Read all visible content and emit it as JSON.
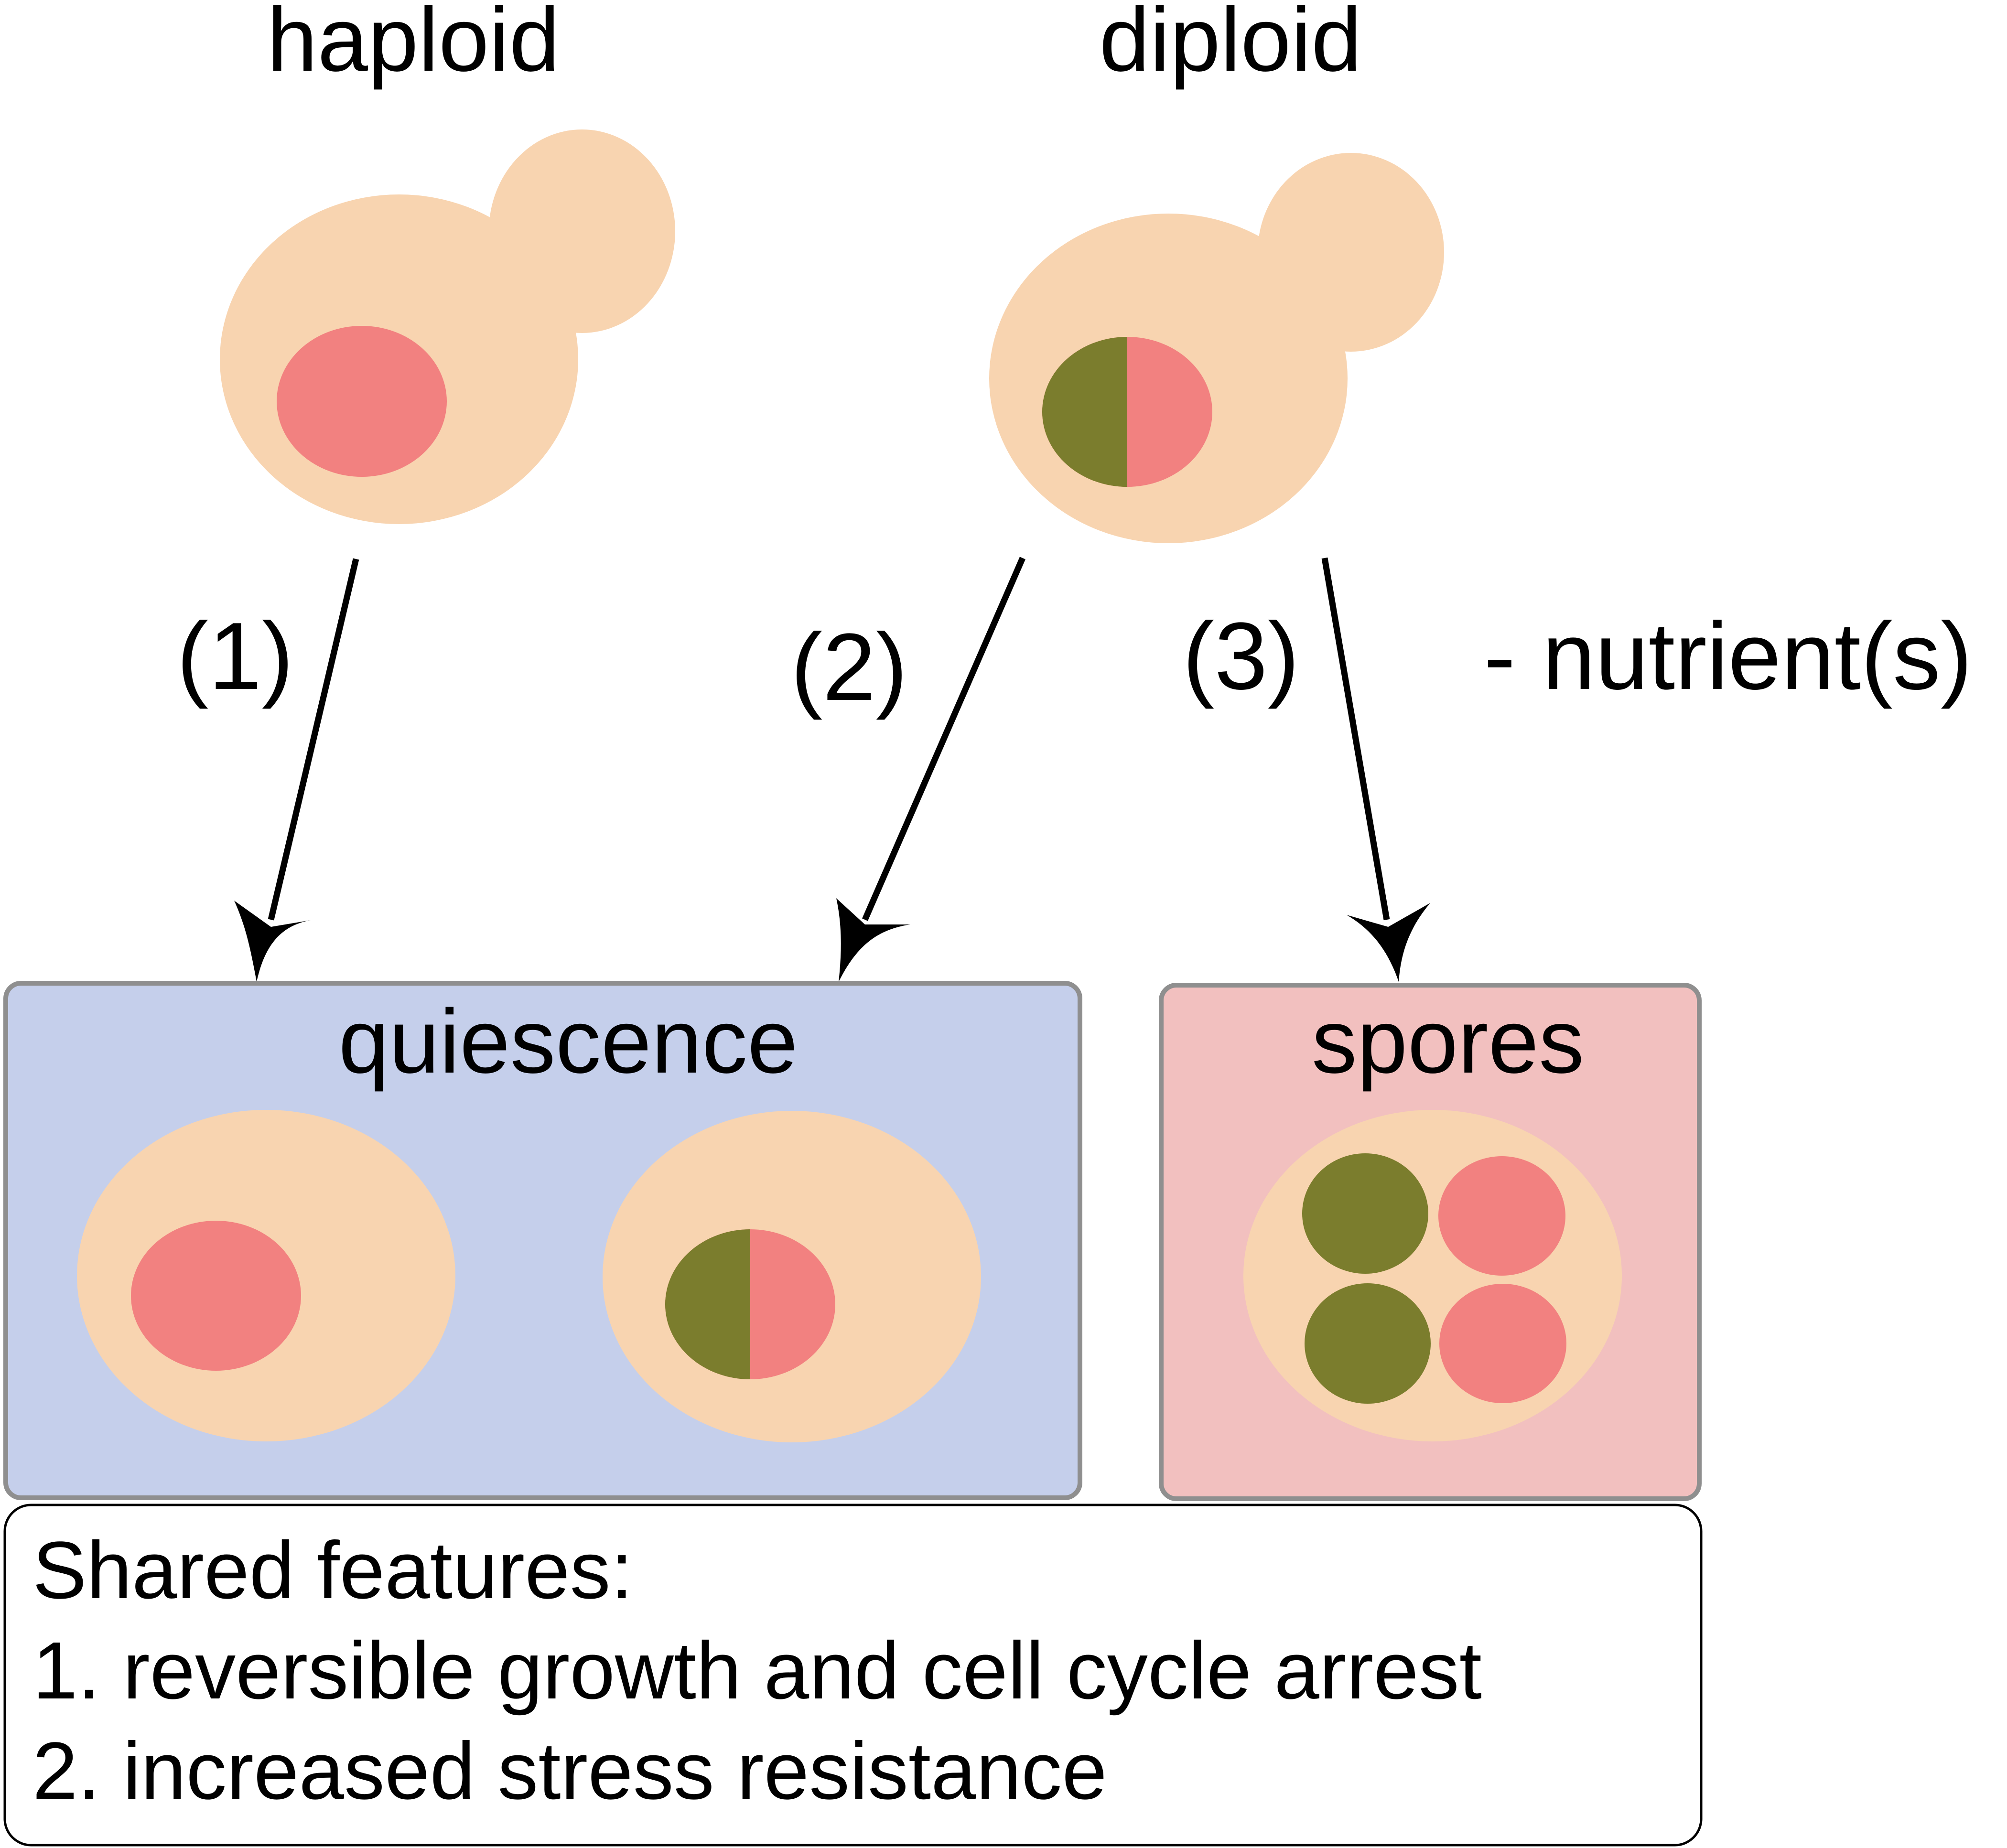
{
  "labels": {
    "haploid": "haploid",
    "diploid": "diploid",
    "step1": "(1)",
    "step2": "(2)",
    "step3": "(3)",
    "condition": "- nutrient(s)"
  },
  "boxes": {
    "quiescence": {
      "title": "quiescence"
    },
    "spores": {
      "title": "spores"
    }
  },
  "shared_features": {
    "heading": "Shared features:",
    "items": [
      "1. reversible growth and cell cycle arrest",
      "2. increased stress resistance"
    ]
  },
  "colors": {
    "cell": "#f8d4b0",
    "nucleus_pink": "#f28180",
    "nucleus_olive": "#7b7d2d",
    "quiescence_bg": "#c5cfeb",
    "spores_bg": "#f2c0bf",
    "box_border": "#8f8f8f"
  }
}
